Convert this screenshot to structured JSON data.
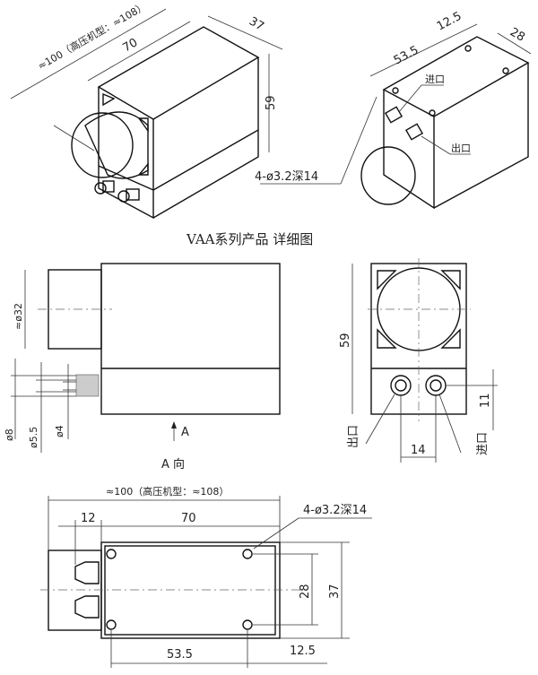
{
  "title": "VAA系列产品 详细图",
  "view_a_label": "A 向",
  "arrow_a": "A",
  "inlet": "进口",
  "outlet": "出口",
  "hole_spec": "4-ø3.2深14",
  "dims": {
    "overall_length": "≈100（高压机型：≈108）",
    "body_length": "70",
    "width": "37",
    "height": "59",
    "hole_span_long": "53.5",
    "hole_offset": "12.5",
    "hole_span_short": "28",
    "motor_dia": "≈ø32",
    "fit_od": "ø8",
    "fit_mid": "ø5.5",
    "fit_id": "ø4",
    "port_pitch": "14",
    "port_height": "11",
    "motor_offset": "12"
  }
}
